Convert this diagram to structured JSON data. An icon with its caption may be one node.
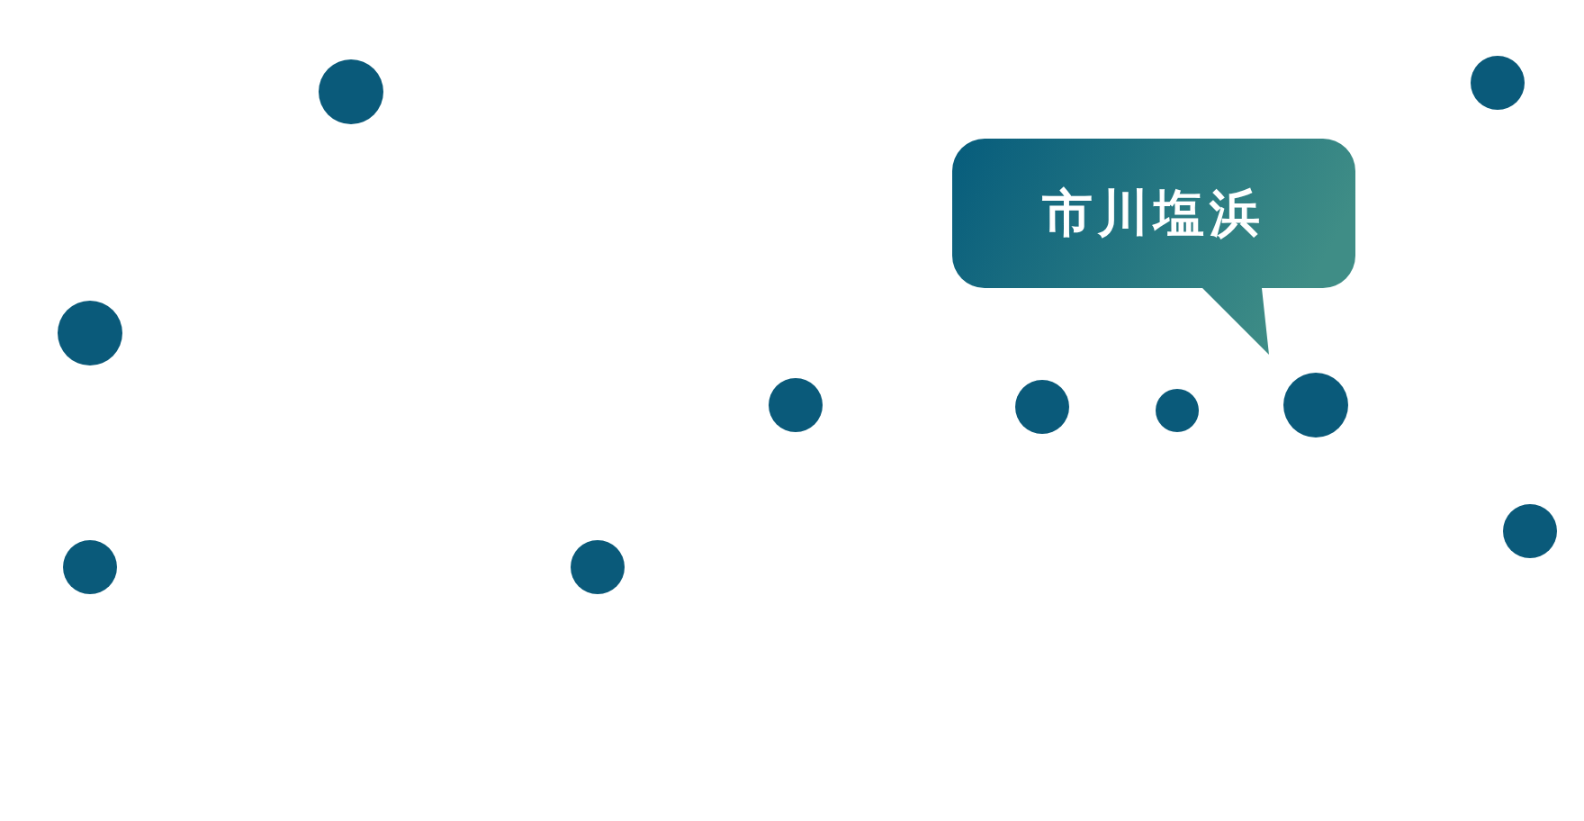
{
  "diagram": {
    "nodes": [
      {
        "text": [
          "市川塩浜"
        ]
      },
      {
        "text": [],
        "shape": "circle"
      },
      {
        "text": [],
        "shape": "circle"
      },
      {
        "text": [],
        "shape": "circle"
      },
      {
        "text": [],
        "shape": "circle"
      },
      {
        "text": [],
        "shape": "circle"
      },
      {
        "text": [],
        "shape": "circle"
      },
      {
        "text": [],
        "shape": "circle"
      },
      {
        "text": [],
        "shape": "circle"
      },
      {
        "text": [],
        "shape": "circle"
      },
      {
        "text": [],
        "shape": "circle"
      }
    ]
  }
}
